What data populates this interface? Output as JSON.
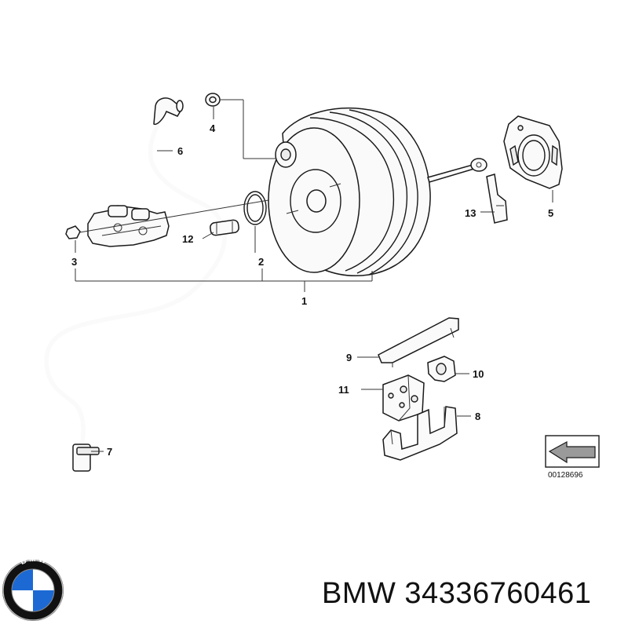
{
  "callouts": {
    "c1": "1",
    "c2": "2",
    "c3": "3",
    "c4": "4",
    "c5": "5",
    "c6": "6",
    "c7": "7",
    "c8": "8",
    "c9": "9",
    "c10": "10",
    "c11": "11",
    "c12": "12",
    "c13": "13"
  },
  "drawing_number": "00128696",
  "brand": {
    "logo_letters": "BMW",
    "caption": "BMW 34336760461"
  },
  "colors": {
    "ink": "#1a1a1a",
    "logo_blue": "#1c69d4",
    "logo_ring": "#111111"
  }
}
